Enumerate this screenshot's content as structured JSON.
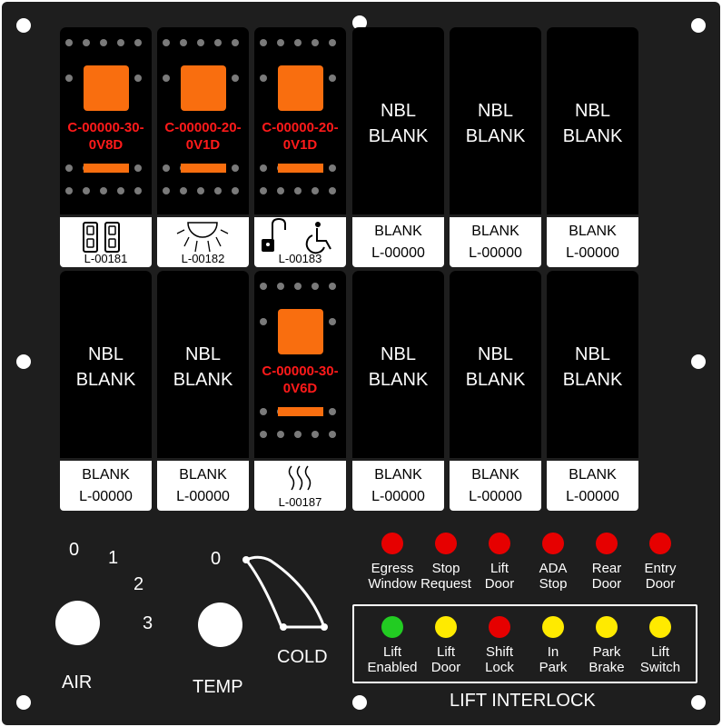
{
  "switch_row_1": [
    {
      "type": "rocker",
      "code": "C-00000-30-0V8D",
      "label_icon": "dual-window-icon",
      "label_code": "L-00181"
    },
    {
      "type": "rocker",
      "code": "C-00000-20-0V1D",
      "label_icon": "dome-light-icon",
      "label_code": "L-00182"
    },
    {
      "type": "rocker",
      "code": "C-00000-20-0V1D",
      "label_icon": "lock-wheelchair-icon",
      "label_code": "L-00183"
    },
    {
      "type": "blank",
      "nbl": [
        "NBL",
        "BLANK"
      ],
      "label": [
        "BLANK",
        "L-00000"
      ]
    },
    {
      "type": "blank",
      "nbl": [
        "NBL",
        "BLANK"
      ],
      "label": [
        "BLANK",
        "L-00000"
      ]
    },
    {
      "type": "blank",
      "nbl": [
        "NBL",
        "BLANK"
      ],
      "label": [
        "BLANK",
        "L-00000"
      ]
    }
  ],
  "switch_row_2": [
    {
      "type": "blank",
      "nbl": [
        "NBL",
        "BLANK"
      ],
      "label": [
        "BLANK",
        "L-00000"
      ]
    },
    {
      "type": "blank",
      "nbl": [
        "NBL",
        "BLANK"
      ],
      "label": [
        "BLANK",
        "L-00000"
      ]
    },
    {
      "type": "rocker",
      "code": "C-00000-30-0V6D",
      "label_icon": "heat-icon",
      "label_code": "L-00187"
    },
    {
      "type": "blank",
      "nbl": [
        "NBL",
        "BLANK"
      ],
      "label": [
        "BLANK",
        "L-00000"
      ]
    },
    {
      "type": "blank",
      "nbl": [
        "NBL",
        "BLANK"
      ],
      "label": [
        "BLANK",
        "L-00000"
      ]
    },
    {
      "type": "blank",
      "nbl": [
        "NBL",
        "BLANK"
      ],
      "label": [
        "BLANK",
        "L-00000"
      ]
    }
  ],
  "air": {
    "label": "AIR",
    "positions": [
      "0",
      "1",
      "2",
      "3"
    ]
  },
  "temp": {
    "label": "TEMP",
    "zero": "0",
    "cold": "COLD"
  },
  "indicators_top": [
    {
      "line1": "Egress",
      "line2": "Window",
      "color": "#e60000"
    },
    {
      "line1": "Stop",
      "line2": "Request",
      "color": "#e60000"
    },
    {
      "line1": "Lift",
      "line2": "Door",
      "color": "#e60000"
    },
    {
      "line1": "ADA",
      "line2": "Stop",
      "color": "#e60000"
    },
    {
      "line1": "Rear",
      "line2": "Door",
      "color": "#e60000"
    },
    {
      "line1": "Entry",
      "line2": "Door",
      "color": "#e60000"
    }
  ],
  "indicators_interlock": [
    {
      "line1": "Lift",
      "line2": "Enabled",
      "color": "#22cc22"
    },
    {
      "line1": "Lift",
      "line2": "Door",
      "color": "#ffea00"
    },
    {
      "line1": "Shift",
      "line2": "Lock",
      "color": "#e60000"
    },
    {
      "line1": "In",
      "line2": "Park",
      "color": "#ffea00"
    },
    {
      "line1": "Park",
      "line2": "Brake",
      "color": "#ffea00"
    },
    {
      "line1": "Lift",
      "line2": "Switch",
      "color": "#ffea00"
    }
  ],
  "interlock_title": "LIFT INTERLOCK"
}
